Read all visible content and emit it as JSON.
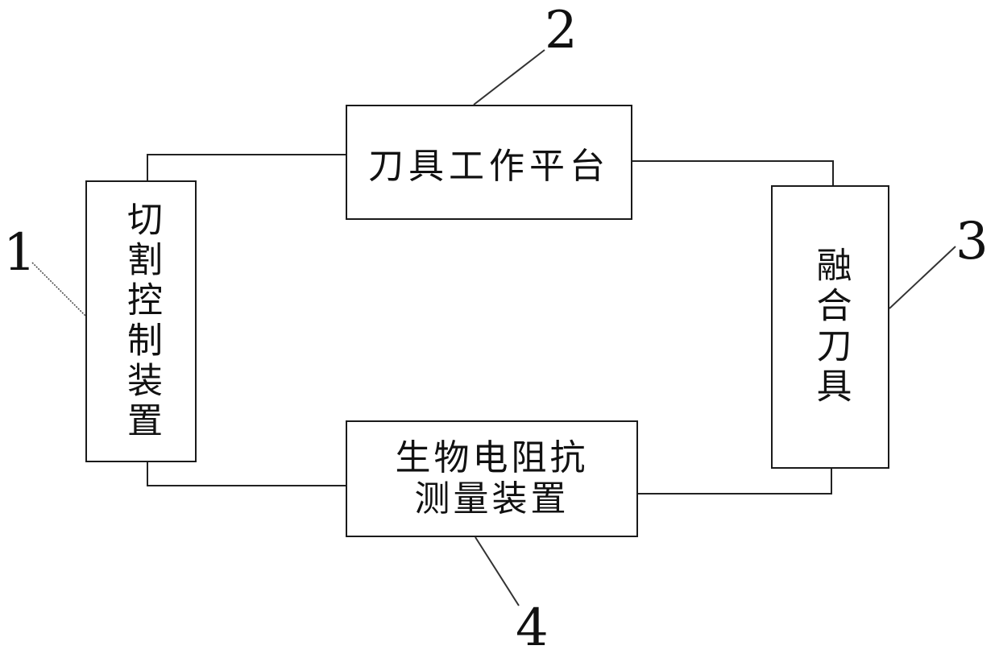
{
  "diagram": {
    "nodes": {
      "cutting_control": {
        "label": "切割控制装置",
        "number": "1"
      },
      "tool_platform": {
        "label": "刀具工作平台",
        "number": "2"
      },
      "fusion_tool": {
        "label": "融合刀具",
        "number": "3"
      },
      "bioimpedance": {
        "line1": "生物电阻抗",
        "line2": "测量装置",
        "number": "4"
      }
    }
  }
}
